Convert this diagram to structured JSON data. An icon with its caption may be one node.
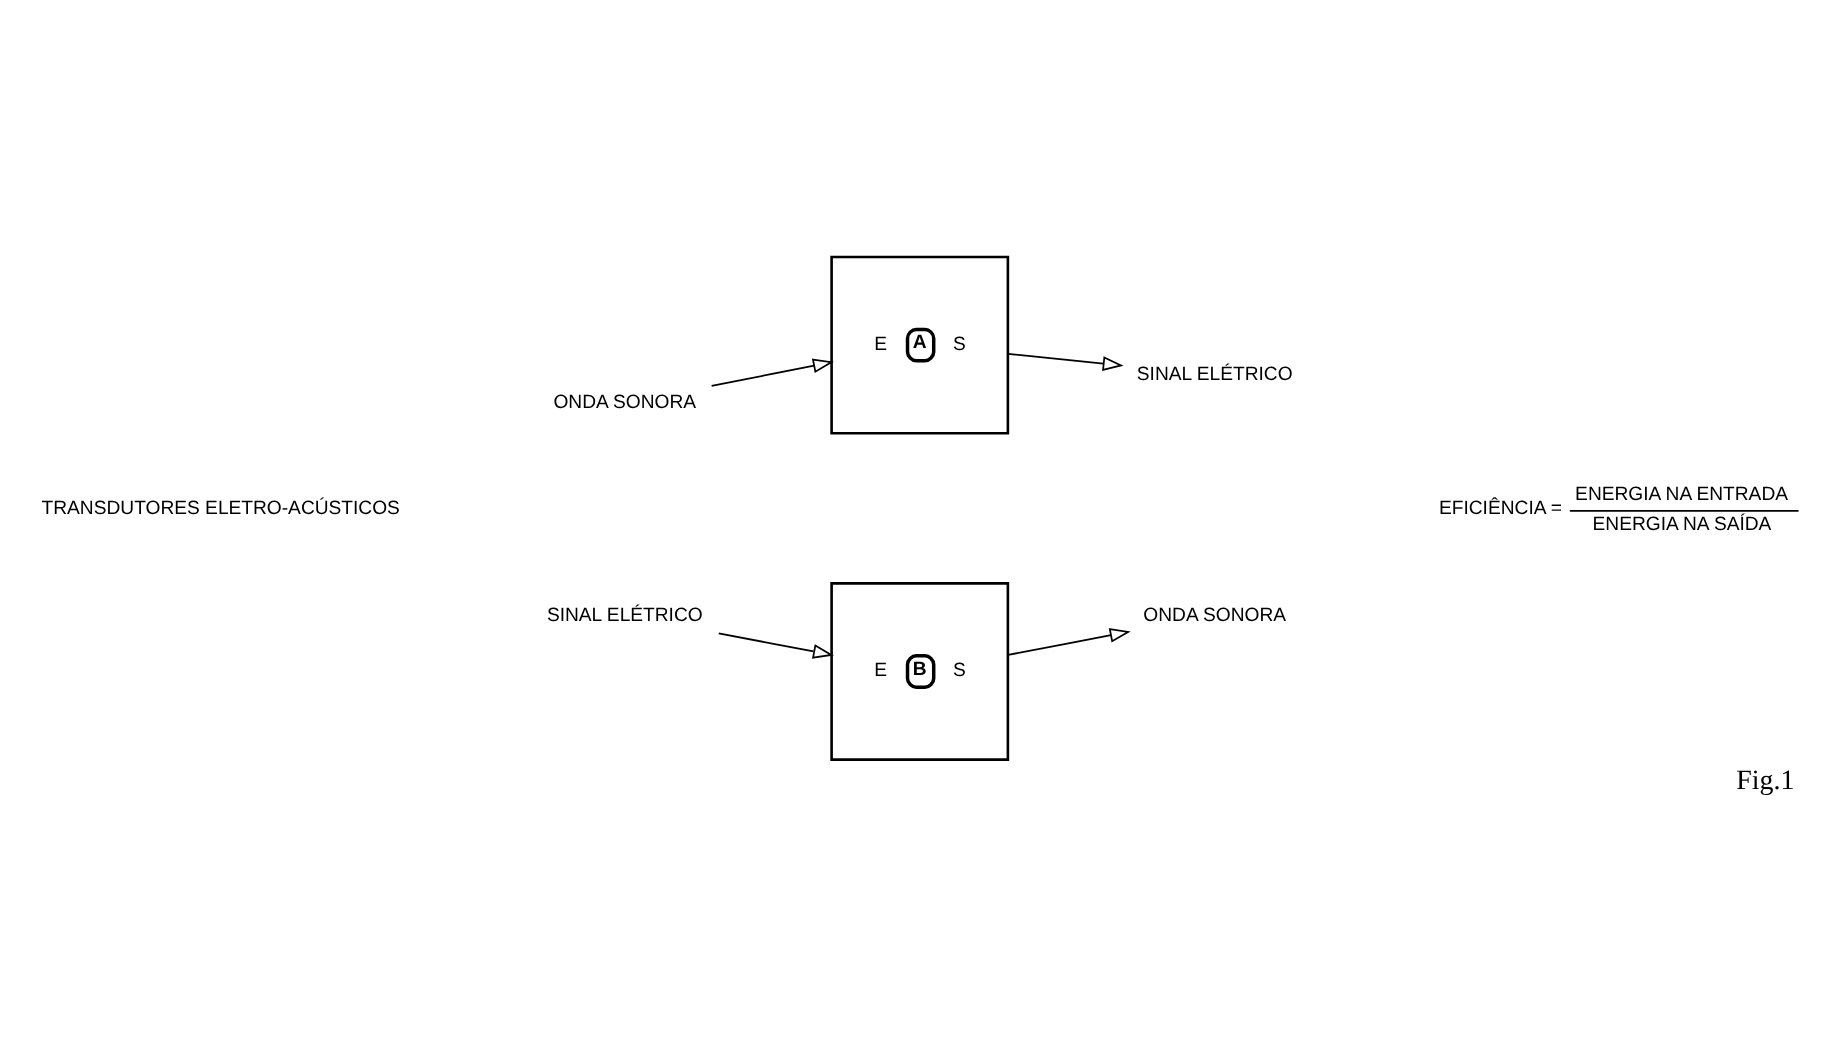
{
  "diagram": {
    "caption": "Fig.1",
    "nodes": [
      {
        "text": [
          "ONDA SONORA"
        ]
      },
      {
        "text": [
          "E",
          "A",
          "S"
        ]
      },
      {
        "text": [
          "SINAL ELÉTRICO"
        ]
      },
      {
        "text": [
          "SINAL ELÉTRICO"
        ]
      },
      {
        "text": [
          "E",
          "B",
          "S"
        ]
      },
      {
        "text": [
          "ONDA SONORA"
        ]
      }
    ],
    "edges": [
      {
        "from": 0,
        "to": 1,
        "arrow": "to"
      },
      {
        "from": 1,
        "to": 2,
        "arrow": "to"
      },
      {
        "from": 3,
        "to": 4,
        "arrow": "to"
      },
      {
        "from": 4,
        "to": 5,
        "arrow": "to"
      }
    ],
    "labels": [
      "TRANSDUTORES ELETRO-ACÚSTICOS",
      "EFICIÊNCIA =",
      "ENERGIA NA ENTRADA",
      "ENERGIA NA SAÍDA"
    ]
  }
}
